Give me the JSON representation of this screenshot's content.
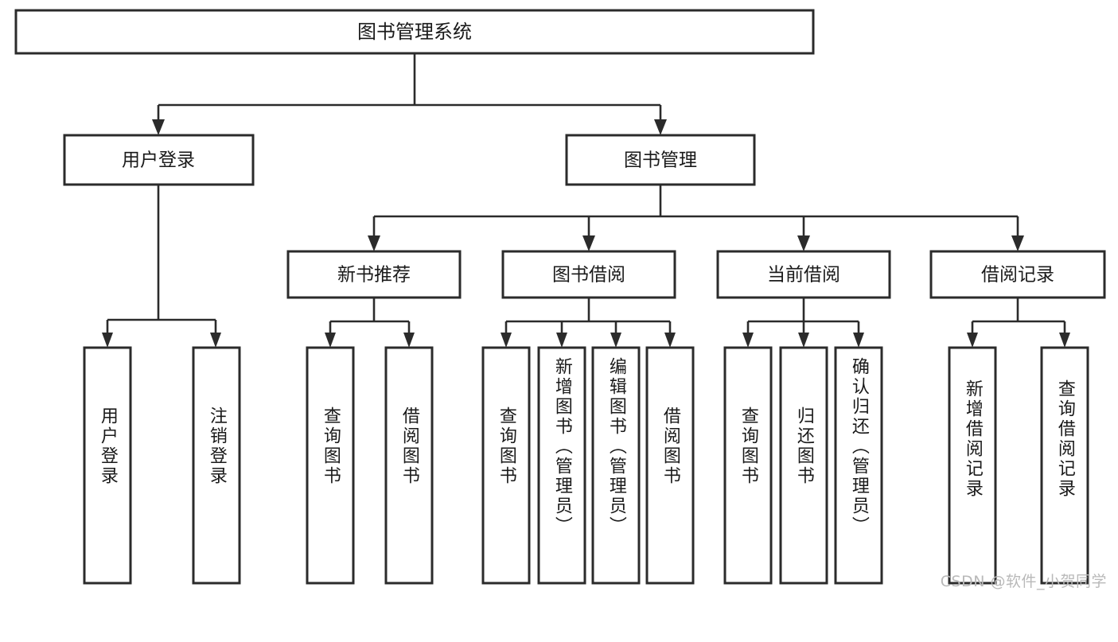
{
  "diagram": {
    "type": "tree-hierarchy-chart",
    "title": "图书管理系统",
    "watermark": "CSDN @软件_小贺同学",
    "colors": {
      "stroke": "#2b2b2b",
      "fill": "#ffffff",
      "text": "#1a1a1a",
      "watermark": "#b9b9b9",
      "background": "#ffffff"
    },
    "root": {
      "id": "root",
      "label": "图书管理系统"
    },
    "level2": [
      {
        "id": "user-login",
        "label": "用户登录"
      },
      {
        "id": "book-manage",
        "label": "图书管理"
      }
    ],
    "level3": [
      {
        "id": "new-book-rec",
        "label": "新书推荐",
        "parent": "book-manage"
      },
      {
        "id": "book-borrow",
        "label": "图书借阅",
        "parent": "book-manage"
      },
      {
        "id": "current-borrow",
        "label": "当前借阅",
        "parent": "book-manage"
      },
      {
        "id": "borrow-record",
        "label": "借阅记录",
        "parent": "book-manage"
      }
    ],
    "leaves": [
      {
        "id": "leaf-user-login",
        "label": "用户登录",
        "parent": "user-login"
      },
      {
        "id": "leaf-user-logout",
        "label": "注销登录",
        "parent": "user-login"
      },
      {
        "id": "leaf-query-book-1",
        "label": "查询图书",
        "parent": "new-book-rec"
      },
      {
        "id": "leaf-borrow-book-1",
        "label": "借阅图书",
        "parent": "new-book-rec"
      },
      {
        "id": "leaf-query-book-2",
        "label": "查询图书",
        "parent": "book-borrow"
      },
      {
        "id": "leaf-add-book",
        "label": "新增图书（管理员）",
        "parent": "book-borrow"
      },
      {
        "id": "leaf-edit-book",
        "label": "编辑图书（管理员）",
        "parent": "book-borrow"
      },
      {
        "id": "leaf-borrow-book-2",
        "label": "借阅图书",
        "parent": "book-borrow"
      },
      {
        "id": "leaf-query-book-3",
        "label": "查询图书",
        "parent": "current-borrow"
      },
      {
        "id": "leaf-return-book",
        "label": "归还图书",
        "parent": "current-borrow"
      },
      {
        "id": "leaf-confirm-return",
        "label": "确认归还（管理员）",
        "parent": "current-borrow"
      },
      {
        "id": "leaf-add-record",
        "label": "新增借阅记录",
        "parent": "borrow-record"
      },
      {
        "id": "leaf-query-record",
        "label": "查询借阅记录",
        "parent": "borrow-record"
      }
    ]
  }
}
